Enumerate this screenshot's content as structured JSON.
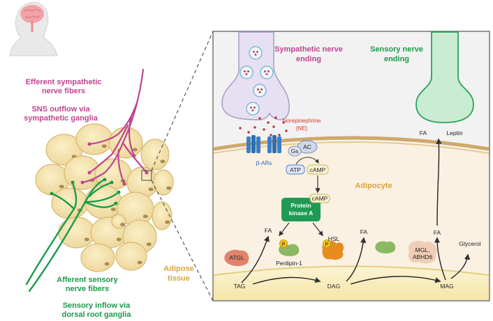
{
  "left_panel": {
    "efferent_fibers": [
      "Efferent sympathetic",
      "nerve fibers"
    ],
    "sns_outflow": [
      "SNS outflow via",
      "sympathetic ganglia"
    ],
    "adipose_tissue": [
      "Adipose",
      "tissue"
    ],
    "afferent_fibers": [
      "Afferent sensory",
      "nerve fibers"
    ],
    "sensory_inflow": [
      "Sensory inflow via",
      "dorsal root ganglia"
    ]
  },
  "right_panel": {
    "sympathetic_ending": [
      "Sympathetic nerve",
      "ending"
    ],
    "sensory_ending": [
      "Sensory nerve",
      "ending"
    ],
    "norepinephrine": [
      "Norepinephrine",
      "(NE)"
    ],
    "beta_ars": "β-ARs",
    "ac": "AC",
    "gs": "Gs",
    "atp": "ATP",
    "camp_top": "cAMP",
    "camp_pka": "cAMP",
    "pka": [
      "Protein",
      "kinase A"
    ],
    "adipocyte": "Adipocyte",
    "fa_sensory": "FA",
    "leptin": "Leptin",
    "fa_1": "FA",
    "fa_2": "FA",
    "fa_3": "FA",
    "atgl": "ATGL",
    "perilipin": "Perilipin-1",
    "hsl": "HSL",
    "p1": "P",
    "p2": "P",
    "mgl": [
      "MGL,",
      "ABHD6"
    ],
    "glycerol": "Glycerol",
    "tag": "TAG",
    "dag": "DAG",
    "mag": "MAG"
  },
  "colors": {
    "sympathetic": "#c0448f",
    "sensory": "#1a9a4a",
    "adipose": "#d9a441",
    "pka": "#1f9a55"
  }
}
